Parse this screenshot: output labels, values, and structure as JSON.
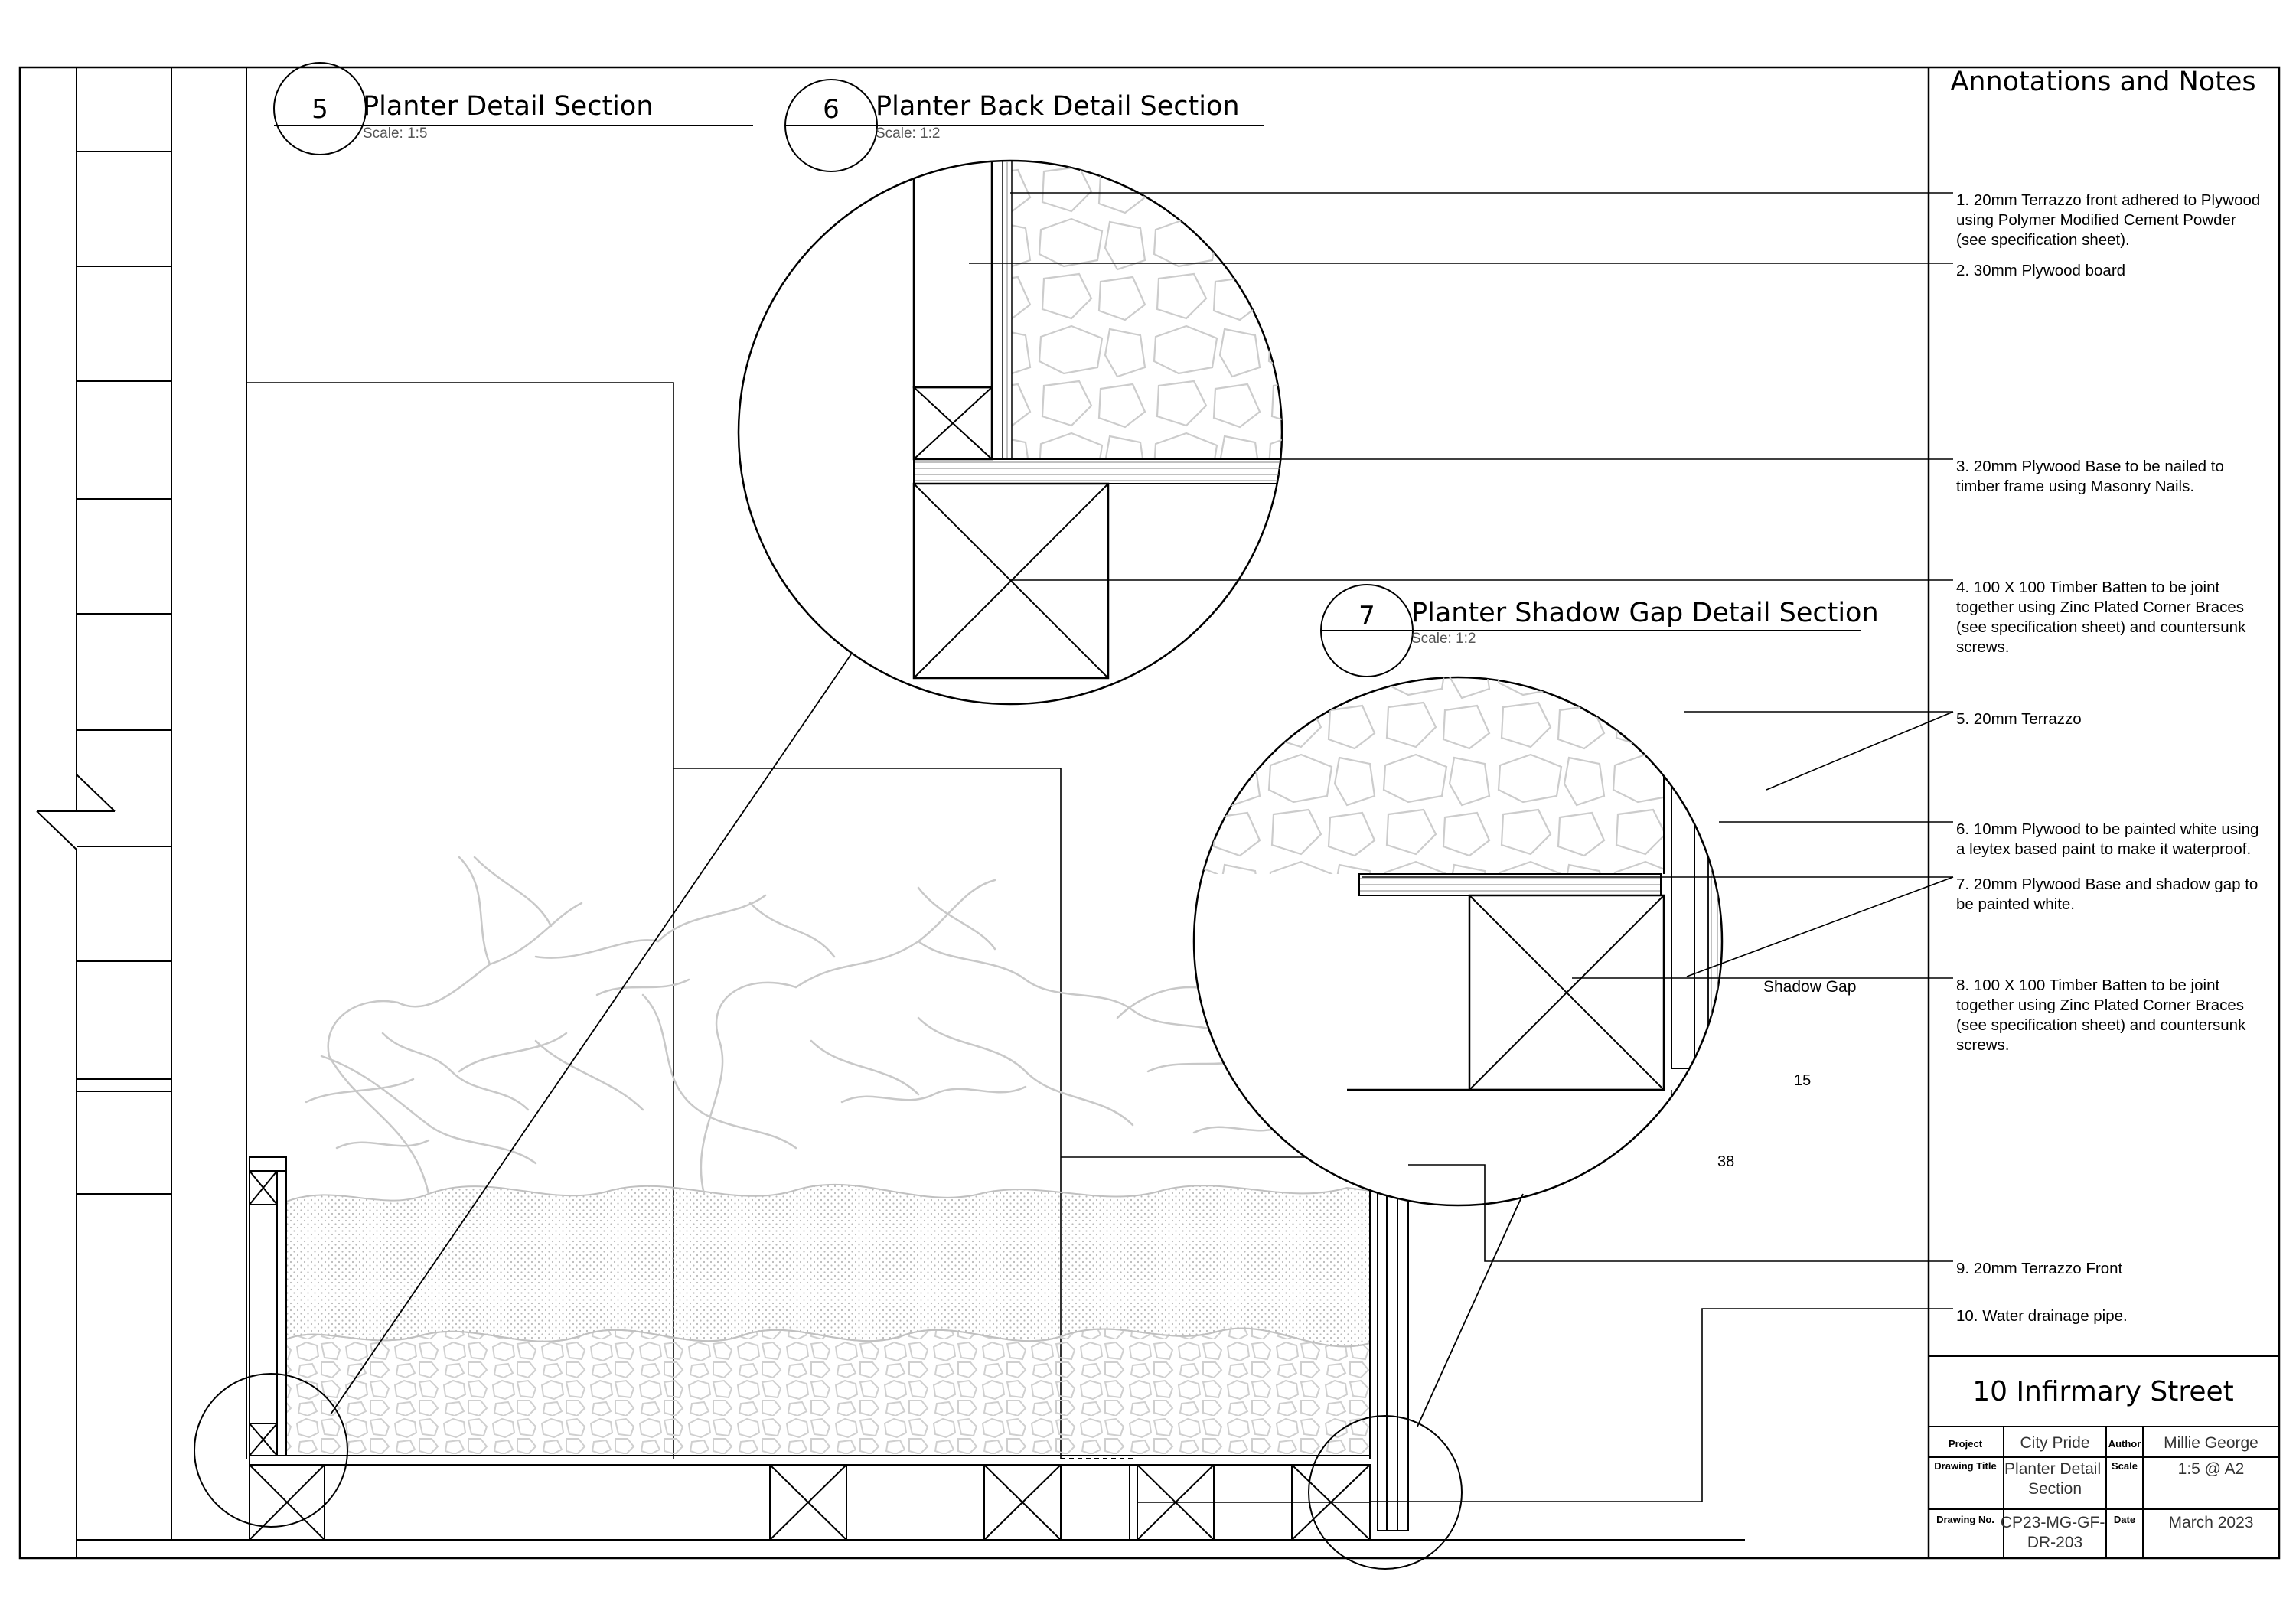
{
  "details": [
    {
      "number": "5",
      "title": "Planter Detail Section",
      "scale": "Scale: 1:5"
    },
    {
      "number": "6",
      "title": "Planter Back Detail Section",
      "scale": "Scale: 1:2"
    },
    {
      "number": "7",
      "title": "Planter Shadow Gap Detail Section",
      "scale": "Scale: 1:2"
    }
  ],
  "notes_heading": "Annotations and Notes",
  "notes": [
    [
      "1. 20mm Terrazzo front adhered to Plywood",
      "using Polymer Modified Cement Powder",
      "(see specification sheet)."
    ],
    [
      "2. 30mm Plywood board"
    ],
    [
      "3. 20mm Plywood Base to be nailed to",
      "timber frame using Masonry Nails."
    ],
    [
      "4. 100 X 100  Timber Batten to be joint",
      "together using Zinc Plated Corner Braces",
      "(see specification sheet) and countersunk",
      "screws."
    ],
    [
      "5. 20mm Terrazzo"
    ],
    [
      "6. 10mm Plywood to be painted white using",
      "a leytex based paint to make it waterproof."
    ],
    [
      "7. 20mm Plywood Base and shadow gap to",
      "be painted white."
    ],
    [
      "8. 100 X 100  Timber Batten to be joint",
      "together using Zinc Plated Corner Braces",
      "(see specification sheet) and countersunk",
      "screws."
    ],
    [
      "9. 20mm Terrazzo Front"
    ],
    [
      "10. Water drainage pipe."
    ]
  ],
  "dimensions": {
    "shadow_gap_label": "Shadow Gap",
    "dim_15": "15",
    "dim_38": "38"
  },
  "title_block": {
    "project_name": "10 Infirmary Street",
    "project_label": "Project",
    "project_value": "City Pride",
    "author_label": "Author",
    "author_value": "Millie George",
    "drawing_title_label": "Drawing Title",
    "drawing_title_value": [
      "Planter Detail",
      "Section"
    ],
    "scale_label": "Scale",
    "scale_value": "1:5 @ A2",
    "drawing_no_label": "Drawing No.",
    "drawing_no_value": [
      "CP23-MG-GF-",
      "DR-203"
    ],
    "date_label": "Date",
    "date_value": "March 2023"
  }
}
